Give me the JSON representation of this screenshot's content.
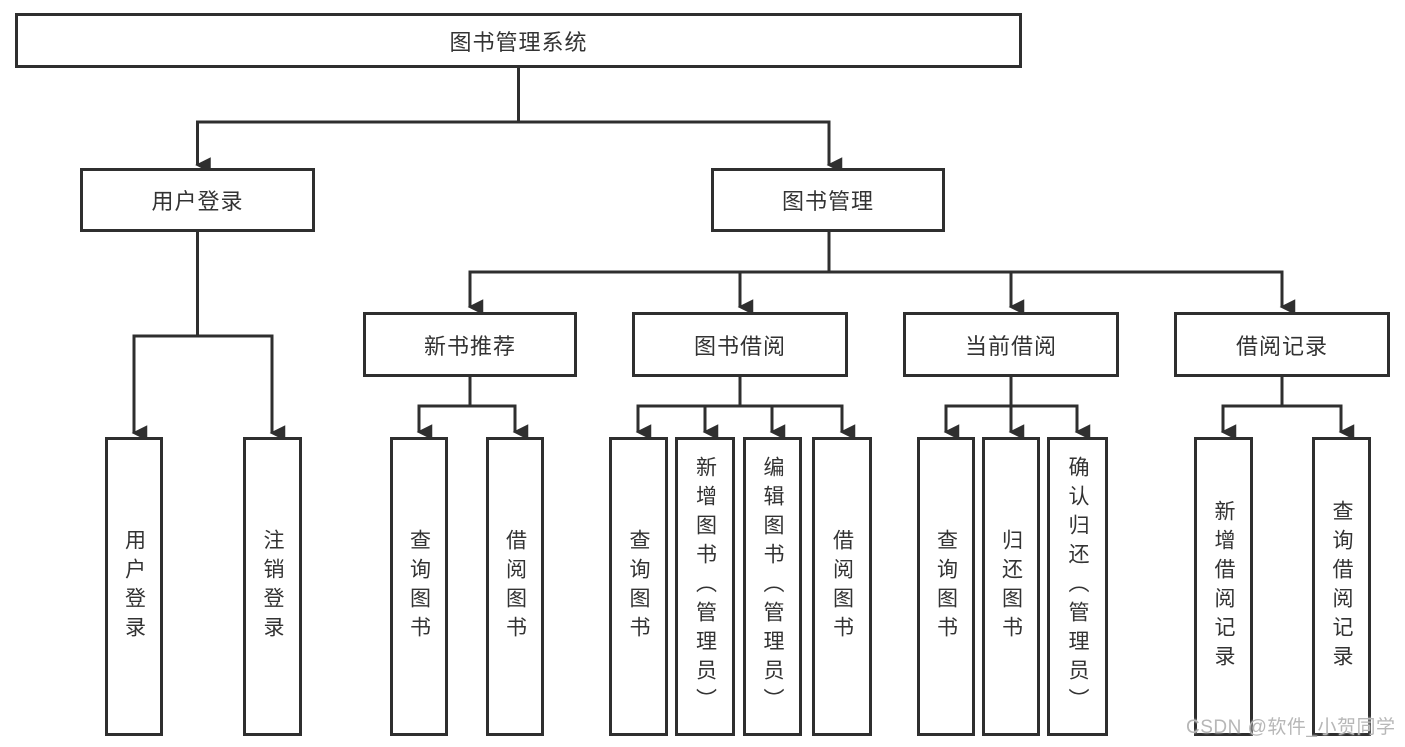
{
  "diagram": {
    "title": "图书管理系统",
    "branches": [
      {
        "label": "用户登录",
        "children": [
          {
            "label": "用户登录"
          },
          {
            "label": "注销登录"
          }
        ]
      },
      {
        "label": "图书管理",
        "groups": [
          {
            "label": "新书推荐",
            "children": [
              {
                "label": "查询图书"
              },
              {
                "label": "借阅图书"
              }
            ]
          },
          {
            "label": "图书借阅",
            "children": [
              {
                "label": "查询图书"
              },
              {
                "label": "新增图书（管理员）"
              },
              {
                "label": "编辑图书（管理员）"
              },
              {
                "label": "借阅图书"
              }
            ]
          },
          {
            "label": "当前借阅",
            "children": [
              {
                "label": "查询图书"
              },
              {
                "label": "归还图书"
              },
              {
                "label": "确认归还（管理员）"
              }
            ]
          },
          {
            "label": "借阅记录",
            "children": [
              {
                "label": "新增借阅记录"
              },
              {
                "label": "查询借阅记录"
              }
            ]
          }
        ]
      }
    ]
  },
  "watermark": {
    "text": "CSDN @软件_小贺同学"
  },
  "colors": {
    "line": "#2f2f2f",
    "box_border": "#2f2f2f",
    "text": "#333333",
    "watermark": "#b7b7b7",
    "background": "#ffffff"
  }
}
